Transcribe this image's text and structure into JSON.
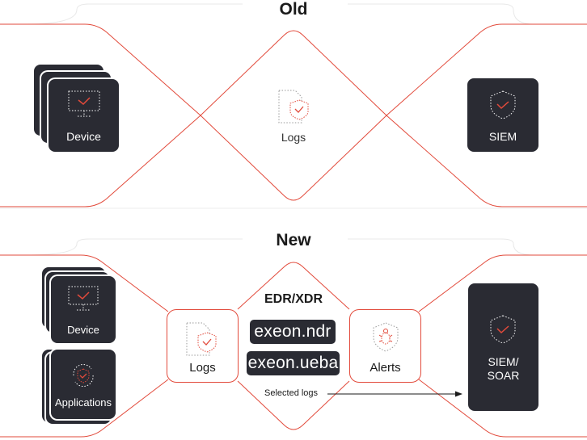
{
  "old": {
    "title": "Old",
    "device_label": "Device",
    "logs_label": "Logs",
    "siem_label": "SIEM"
  },
  "new": {
    "title": "New",
    "device_label": "Device",
    "applications_label": "Applications",
    "logs_label": "Logs",
    "edr_label": "EDR/XDR",
    "ndr_logo": "exeon.ndr",
    "ueba_logo": "exeon.ueba",
    "alerts_label": "Alerts",
    "siem_soar_label_line1": "SIEM/",
    "siem_soar_label_line2": "SOAR",
    "selected_logs_label": "Selected logs"
  },
  "colors": {
    "accent": "#e24a3b",
    "card": "#2a2b33",
    "divider": "#e8e8e8"
  }
}
